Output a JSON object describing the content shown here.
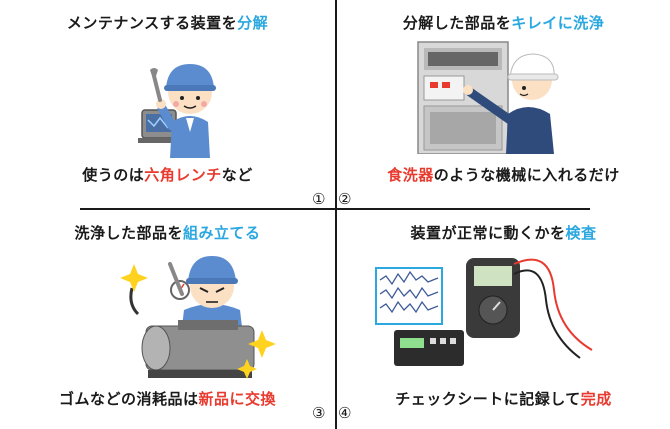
{
  "panels": [
    {
      "title_pre": "メンテナンスする装置を",
      "title_hl": "分解",
      "title_post": "",
      "cap_pre": "使うのは",
      "cap_hl": "六角レンチ",
      "cap_post": "など"
    },
    {
      "title_pre": "分解した部品を",
      "title_hl": "キレイに洗浄",
      "title_post": "",
      "cap_pre": "",
      "cap_hl": "食洗器",
      "cap_post": "のような機械に入れるだけ"
    },
    {
      "title_pre": "洗浄した部品を",
      "title_hl": "組み立てる",
      "title_post": "",
      "cap_pre": "ゴムなどの消耗品は",
      "cap_hl": "新品に交換",
      "cap_post": ""
    },
    {
      "title_pre": "装置が正常に動くかを",
      "title_hl": "検査",
      "title_post": "",
      "cap_pre": "チェックシートに記録して",
      "cap_hl": "完成",
      "cap_post": ""
    }
  ],
  "numbers": [
    "①",
    "②",
    "③",
    "④"
  ],
  "colors": {
    "highlight_blue": "#2ba8e0",
    "highlight_red": "#e83a2e",
    "worker_blue": "#5b8ccf"
  },
  "icons": [
    "worker-with-wrench",
    "dishwasher-worker",
    "worker-assembling-pump",
    "test-instruments"
  ]
}
